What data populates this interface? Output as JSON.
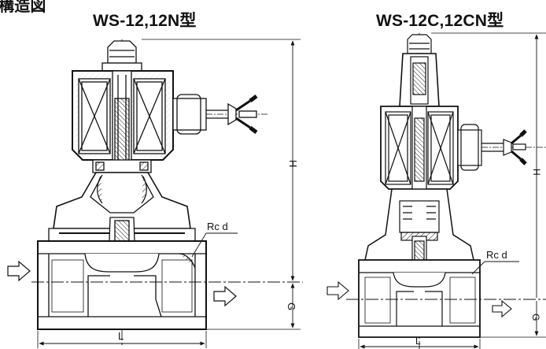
{
  "header": {
    "section_title": "構造図",
    "left_model": "WS-12,12N型",
    "right_model": "WS-12C,12CN型"
  },
  "left_figure": {
    "height_label": "H",
    "offset_label": "G",
    "length_label": "L",
    "port_label": "Rc d"
  },
  "right_figure": {
    "height_label": "H",
    "offset_label": "G",
    "length_label": "L",
    "port_label": "Rc d"
  }
}
